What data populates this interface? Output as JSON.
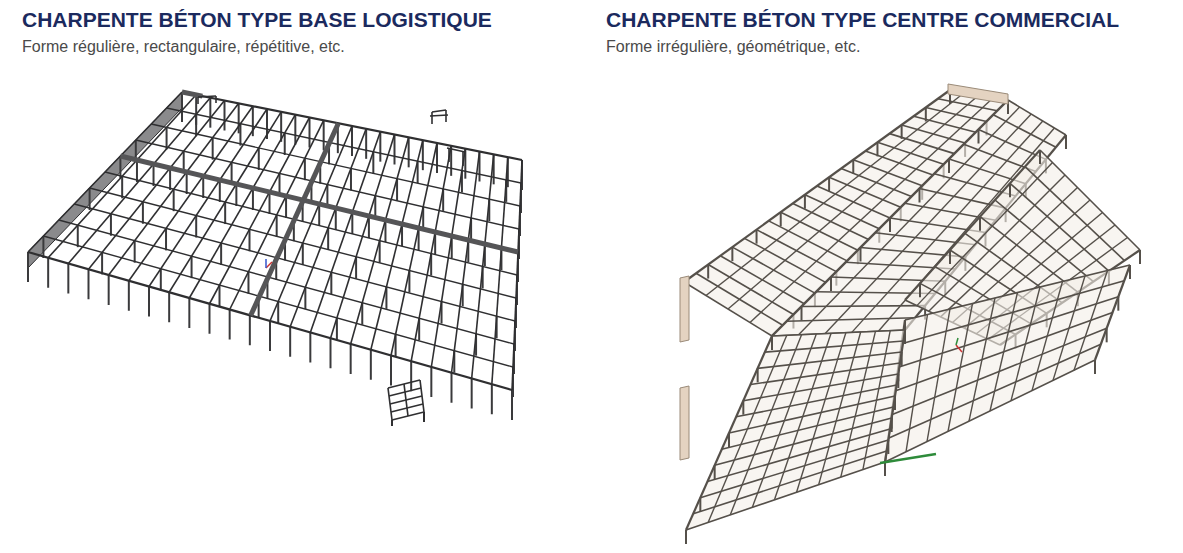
{
  "diagram": {
    "labels": [
      "CHARPENTE BÉTON TYPE BASE LOGISTIQUE",
      "Forme régulière, rectangulaire, répétitive, etc.",
      "CHARPENTE BÉTON TYPE CENTRE COMMERCIAL",
      "Forme irrégulière, géométrique, etc."
    ]
  }
}
